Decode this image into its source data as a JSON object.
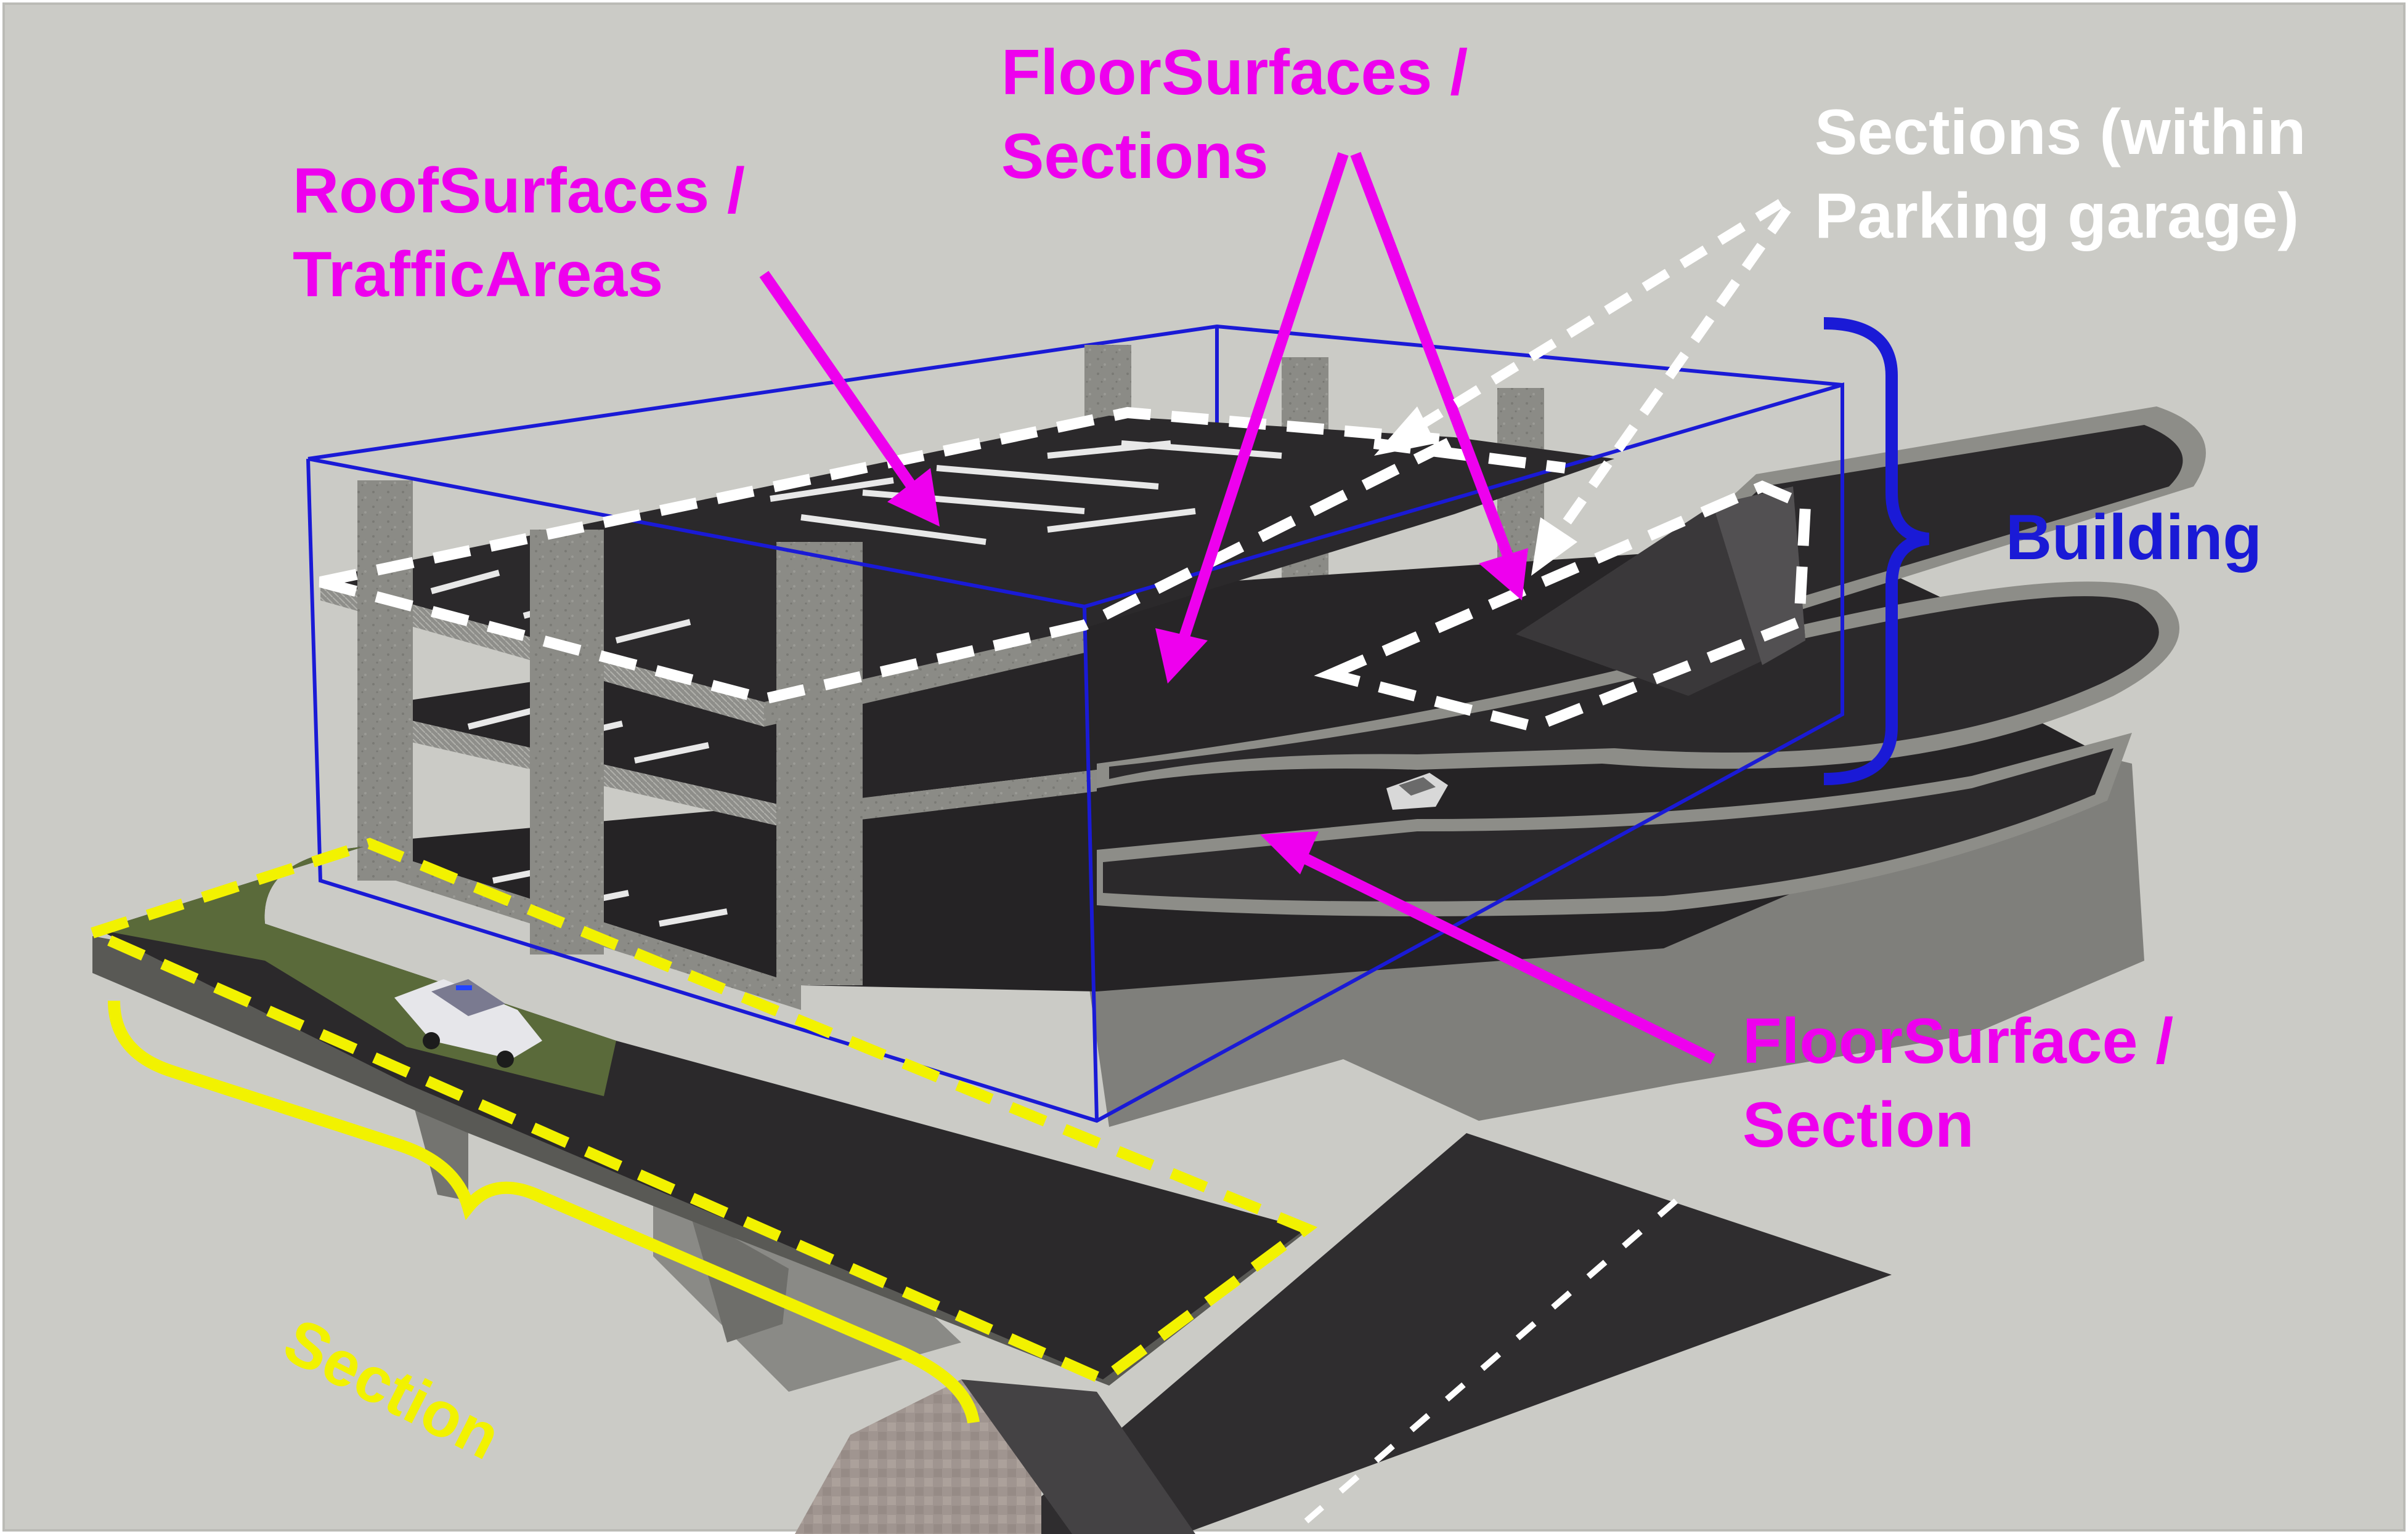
{
  "labels": {
    "roof": {
      "line1": "RoofSurfaces /",
      "line2": "TrafficAreas"
    },
    "floors_top": {
      "line1": "FloorSurfaces /",
      "line2": "Sections"
    },
    "sections_within": {
      "line1": "Sections (within",
      "line2": "Parking garage)"
    },
    "building": "Building",
    "floor_section": {
      "line1": "FloorSurface /",
      "line2": "Section"
    },
    "section_bottom": "Section"
  },
  "colors": {
    "magenta": "#ee00ee",
    "white": "#ffffff",
    "blue": "#1a1ad6",
    "yellow": "#f2f200",
    "ground": "#cbcbc6",
    "asphalt": "#2e2c2e",
    "concrete": "#8d8d88"
  }
}
